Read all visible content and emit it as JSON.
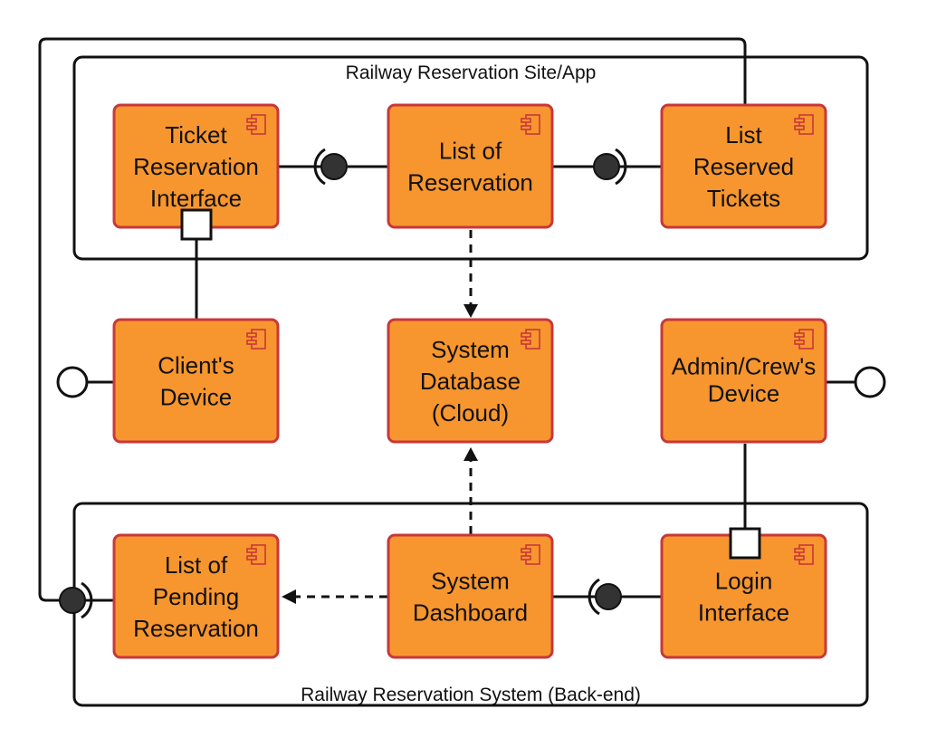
{
  "colors": {
    "component_fill": "#F7962E",
    "component_stroke": "#C8373A",
    "icon_stroke": "#C8373A",
    "line": "#111111",
    "ball": "#333333",
    "port_fill": "#ffffff",
    "background": "#ffffff"
  },
  "frames": {
    "site_app": {
      "title": "Railway Reservation Site/App"
    },
    "backend": {
      "title": "Railway Reservation System (Back-end)"
    }
  },
  "components": [
    {
      "id": "ticket-reservation-interface",
      "lines": [
        "Ticket",
        "Reservation",
        "Interface"
      ],
      "icon": "component-icon"
    },
    {
      "id": "list-of-reservation",
      "lines": [
        "List of",
        "Reservation"
      ],
      "icon": "component-icon"
    },
    {
      "id": "list-reserved-tickets",
      "lines": [
        "List",
        "Reserved",
        "Tickets"
      ],
      "icon": "component-icon"
    },
    {
      "id": "clients-device",
      "lines": [
        "Client's",
        "Device"
      ],
      "icon": "component-icon"
    },
    {
      "id": "system-database",
      "lines": [
        "System",
        "Database",
        "(Cloud)"
      ],
      "icon": "component-icon"
    },
    {
      "id": "admin-crew-device",
      "lines": [
        "Admin/Crew's",
        "Device"
      ],
      "icon": "component-icon"
    },
    {
      "id": "list-of-pending-reservation",
      "lines": [
        "List of",
        "Pending",
        "Reservation"
      ],
      "icon": "component-icon"
    },
    {
      "id": "system-dashboard",
      "lines": [
        "System",
        "Dashboard"
      ],
      "icon": "component-icon"
    },
    {
      "id": "login-interface",
      "lines": [
        "Login",
        "Interface"
      ],
      "icon": "component-icon"
    }
  ]
}
